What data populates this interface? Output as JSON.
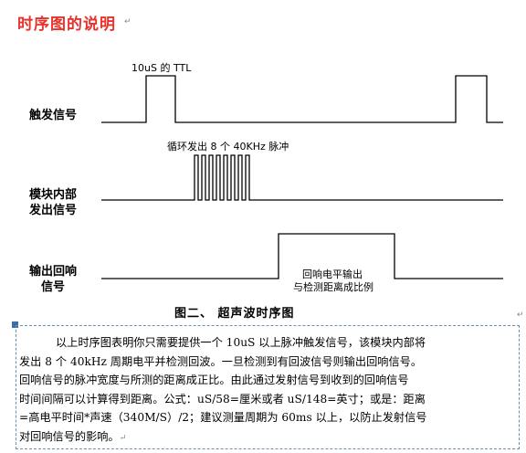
{
  "header": {
    "title": "时序图的说明",
    "paragraph_mark": "↵"
  },
  "signals": {
    "trigger": {
      "label_line1": "触发信号",
      "label_line2": ""
    },
    "module": {
      "label_line1": "模块内部",
      "label_line2": "发出信号"
    },
    "echo": {
      "label_line1": "输出回响",
      "label_line2": "信号"
    }
  },
  "annotations": {
    "ttl": "10uS 的 TTL",
    "burst": "循环发出 8 个 40KHz 脉冲",
    "echo_line1": "回响电平输出",
    "echo_line2": "与检测距离成比例"
  },
  "caption": {
    "text": "图二、  超声波时序图",
    "paragraph_mark": "↵"
  },
  "description": {
    "lines": [
      "以上时序图表明你只需要提供一个 10uS 以上脉冲触发信号，该模块内部将",
      "发出 8 个 40kHz 周期电平并检测回波。一旦检测到有回波信号则输出回响信号。",
      "回响信号的脉冲宽度与所测的距离成正比。由此通过发射信号到收到的回响信号",
      "时间间隔可以计算得到距离。公式：uS/58=厘米或者 uS/148=英寸；或是：距离",
      "=高电平时间*声速（340M/S）/2；建议测量周期为 60ms 以上，以防止发射信号",
      "对回响信号的影响。"
    ],
    "end_mark": "↵"
  },
  "colors": {
    "title": "#e8322b",
    "signal_line": "#000000",
    "box_border": "#6c8fb0"
  }
}
